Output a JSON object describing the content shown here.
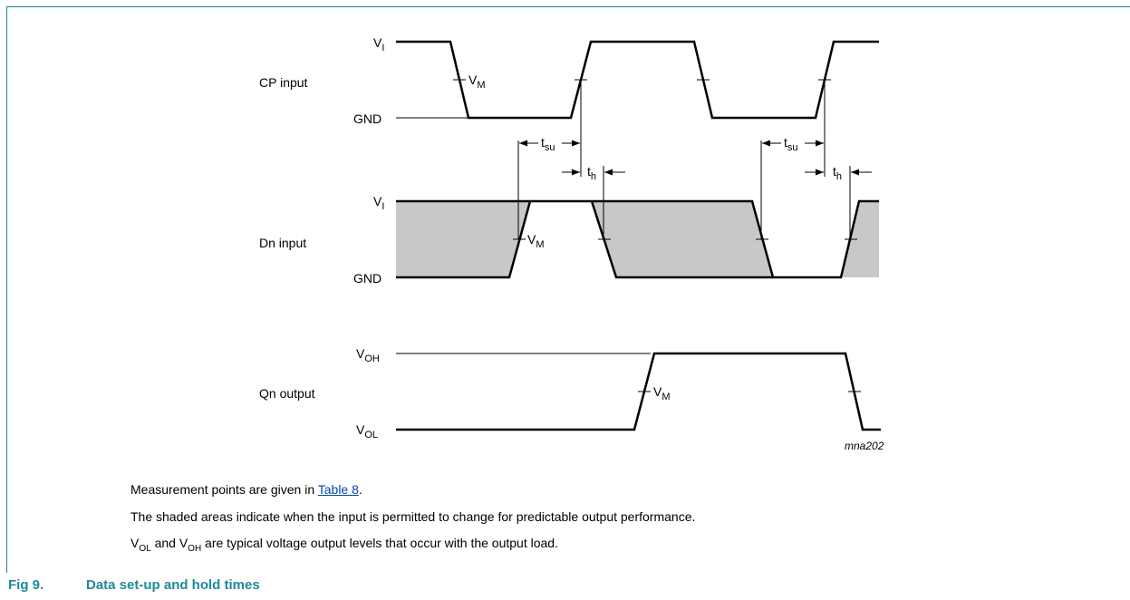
{
  "diagram": {
    "signals": {
      "cp": {
        "name": "CP input",
        "high": "V",
        "high_sub": "I",
        "low": "GND"
      },
      "dn": {
        "name": "Dn input",
        "high": "V",
        "high_sub": "I",
        "low": "GND"
      },
      "qn": {
        "name": "Qn output",
        "high": "V",
        "high_sub": "OH",
        "low": "V",
        "low_sub": "OL"
      }
    },
    "vm": {
      "main": "V",
      "sub": "M"
    },
    "tsu": {
      "main": "t",
      "sub": "su"
    },
    "th": {
      "main": "t",
      "sub": "h"
    },
    "ref_code": "mna202",
    "colors": {
      "shade": "#c8c8c8",
      "accent": "#1f8a99",
      "link": "#0645ad"
    }
  },
  "notes": {
    "measure_prefix": "Measurement points are given in ",
    "measure_link": "Table 8",
    "measure_suffix": ".",
    "shaded": "The shaded areas indicate when the input is permitted to change for predictable output performance.",
    "levels_v1": "V",
    "levels_v1_sub": "OL",
    "levels_and": " and ",
    "levels_v2": "V",
    "levels_v2_sub": "OH",
    "levels_rest": " are typical voltage output levels that occur with the output load."
  },
  "caption": {
    "number": "Fig 9.",
    "title": "Data set-up and hold times"
  }
}
